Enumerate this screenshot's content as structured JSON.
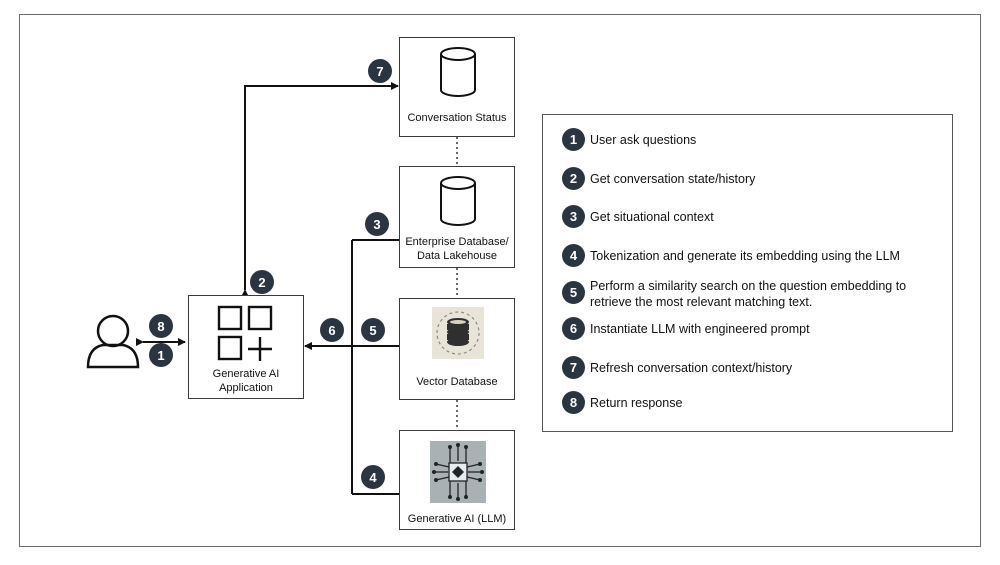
{
  "nodes": {
    "app": {
      "label": "Generative AI Application"
    },
    "conversation": {
      "label": "Conversation Status"
    },
    "enterprise": {
      "label_line1": "Enterprise Database/",
      "label_line2": "Data Lakehouse"
    },
    "vector": {
      "label": "Vector Database"
    },
    "llm": {
      "label": "Generative AI (LLM)"
    }
  },
  "badges": {
    "b1": "1",
    "b2": "2",
    "b3": "3",
    "b4": "4",
    "b5": "5",
    "b6": "6",
    "b7": "7",
    "b8": "8"
  },
  "legend": {
    "items": [
      {
        "num": "1",
        "text": "User ask questions"
      },
      {
        "num": "2",
        "text": "Get conversation state/history"
      },
      {
        "num": "3",
        "text": "Get situational context"
      },
      {
        "num": "4",
        "text": "Tokenization and generate its embedding using the LLM"
      },
      {
        "num": "5",
        "text_line1": "Perform a similarity search on the question embedding to",
        "text_line2": "retrieve the most relevant matching text."
      },
      {
        "num": "6",
        "text": "Instantiate LLM with engineered prompt"
      },
      {
        "num": "7",
        "text": "Refresh conversation context/history"
      },
      {
        "num": "8",
        "text": "Return response"
      }
    ]
  },
  "colors": {
    "badge": "#2b3542",
    "line": "#111111",
    "box_border": "#3a3a3a"
  }
}
